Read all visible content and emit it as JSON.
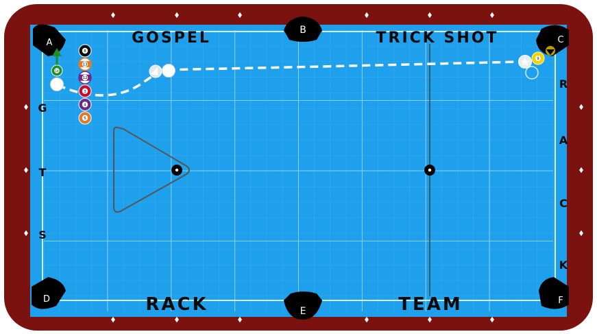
{
  "colors": {
    "rail": "#7a1210",
    "felt": "#1ea0ec",
    "grid": "#7fc8f5",
    "cushion": "#2aa9f0",
    "pocket": "#000000",
    "diamond": "#ffffff",
    "path": "#ffffff",
    "rack": "#555555",
    "banner": "#0a0a0a",
    "green": "#1f8f2a"
  },
  "banners": {
    "top_left": "GOSPEL",
    "top_right": "TRICK SHOT",
    "bottom_left": "RACK",
    "bottom_right": "TEAM"
  },
  "pockets": [
    {
      "id": "a",
      "label": "A"
    },
    {
      "id": "b",
      "label": "B"
    },
    {
      "id": "c",
      "label": "C"
    },
    {
      "id": "d",
      "label": "D"
    },
    {
      "id": "e",
      "label": "E"
    },
    {
      "id": "f",
      "label": "F"
    }
  ],
  "left_letters": [
    "G",
    "T",
    "S"
  ],
  "right_letters": [
    "R",
    "A",
    "C",
    "K"
  ],
  "column_balls": [
    {
      "number": "8",
      "color": "#111111",
      "kind": "solid"
    },
    {
      "number": "13",
      "color": "#e0792a",
      "kind": "stripe"
    },
    {
      "number": "12",
      "color": "#6b2a8c",
      "kind": "stripe"
    },
    {
      "number": "3",
      "color": "#c8102e",
      "kind": "solid"
    },
    {
      "number": "4",
      "color": "#6b2a8c",
      "kind": "solid"
    },
    {
      "number": "5",
      "color": "#e0792a",
      "kind": "solid"
    }
  ],
  "green_ball": {
    "number": "14",
    "color": "#1f8f2a"
  },
  "yellow_ball": {
    "number": "9",
    "color": "#f5d200"
  },
  "icons": [
    "arrow-up-icon",
    "direction-arrow-icon",
    "star-icon"
  ]
}
